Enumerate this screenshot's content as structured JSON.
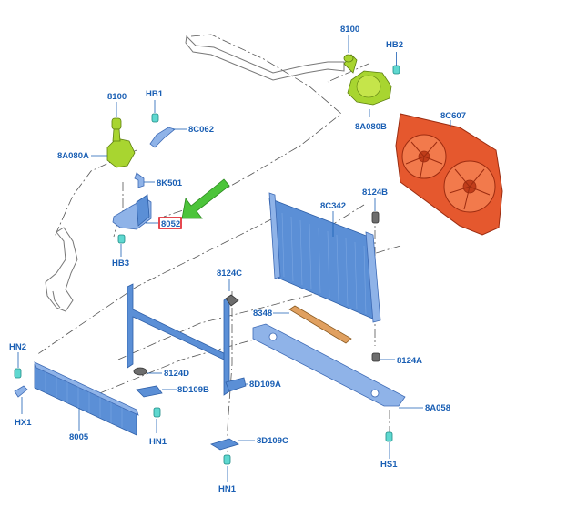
{
  "diagram": {
    "callouts": {
      "c8100_top": "8100",
      "hb2": "HB2",
      "c8a080b": "8A080B",
      "c8c607": "8C607",
      "c8100_left": "8100",
      "hb1": "HB1",
      "c8c062": "8C062",
      "c8a080a": "8A080A",
      "c8k501": "8K501",
      "c8052": "8052",
      "hb3": "HB3",
      "c8124b": "8124B",
      "c8c342": "8C342",
      "c8124c": "8124C",
      "c8348": "8348",
      "c8124a": "8124A",
      "hn2": "HN2",
      "hx1": "HX1",
      "c8005": "8005",
      "c8124d": "8124D",
      "c8d109b": "8D109B",
      "c8d109a": "8D109A",
      "hn1_left": "HN1",
      "c8a058": "8A058",
      "c8d109c": "8D109C",
      "hs1": "HS1",
      "hn1_bottom": "HN1"
    },
    "colors": {
      "callout_text": "#1a5fb4",
      "highlight_box": "#e01b24",
      "arrow": "#4cc43a",
      "radiator": "#5b8fd6",
      "fan_shroud": "#e5582e",
      "reservoir": "#a8d530",
      "clip": "#5fd8d0"
    }
  }
}
